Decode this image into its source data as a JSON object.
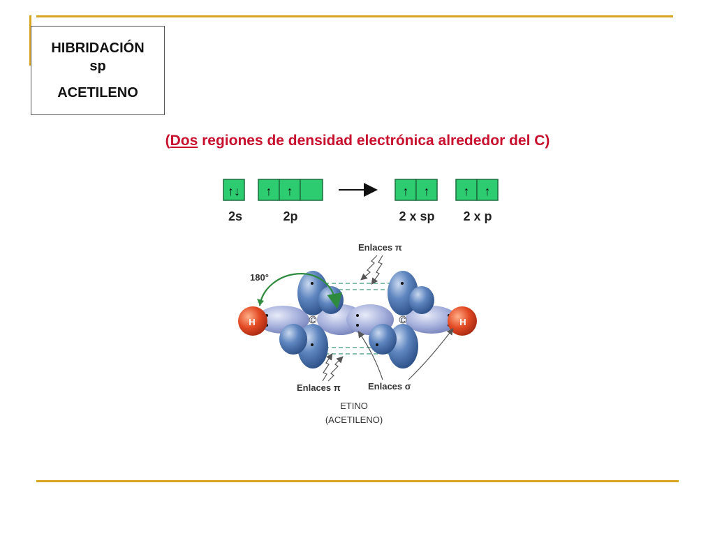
{
  "title_box": {
    "line1": "HIBRIDACIÓN",
    "line2": "sp",
    "line3": "ACETILENO"
  },
  "subtitle": {
    "open": "(",
    "underlined": "Dos",
    "rest": " regiones de densidad electrónica alrededor del C)"
  },
  "orbital_boxes": {
    "labels": [
      "2s",
      "2p",
      "2 x sp",
      "2 x p"
    ],
    "arrow_up": "↑",
    "pair": "↑↓",
    "box_color": "#2ecc71"
  },
  "molecule": {
    "angle_label": "180°",
    "pi_label_top": "Enlaces π",
    "pi_label_bottom": "Enlaces π",
    "sigma_label": "Enlaces σ",
    "name": "ETINO",
    "name_alt": "(ACETILENO)",
    "atom_h": "H",
    "atom_c": "C",
    "hydrogen_color": "#e04a2a",
    "lobe_color": "#4f79b5",
    "hybrid_color": "#9aa7d6",
    "arc_color": "#2e8b3e"
  }
}
